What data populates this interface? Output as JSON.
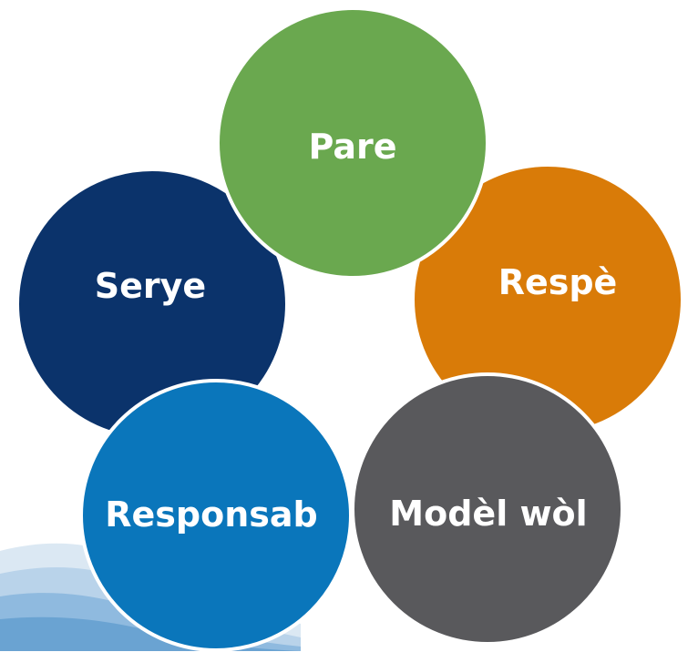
{
  "circles": [
    {
      "id": "pare",
      "label": "Pare",
      "color": "#6aa84f"
    },
    {
      "id": "respe",
      "label": "Respè",
      "color": "#d97b08"
    },
    {
      "id": "serye",
      "label": "Serye",
      "color": "#0b336b"
    },
    {
      "id": "responsab",
      "label": "Responsab",
      "color": "#0a76bb"
    },
    {
      "id": "model",
      "label": "Modèl wòl",
      "color": "#59595c"
    }
  ]
}
